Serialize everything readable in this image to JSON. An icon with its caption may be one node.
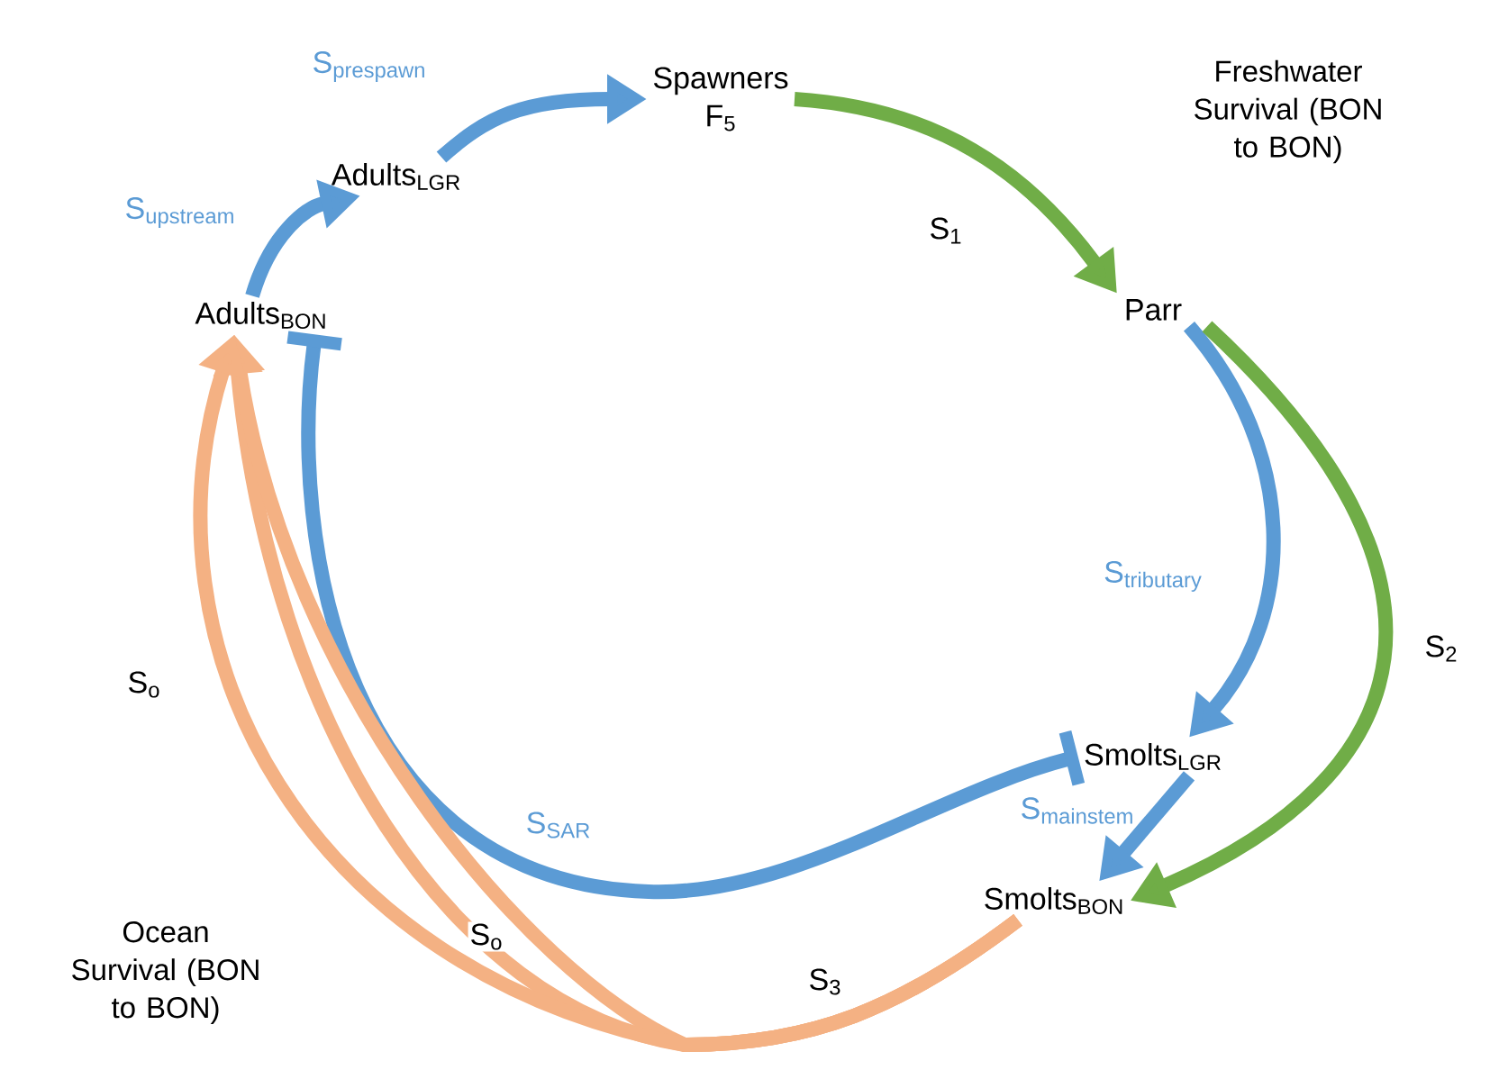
{
  "diagram": {
    "nodes": [
      {
        "text": [
          "\\text{Spawners}",
          "\\text{F}_{\\text{5}}"
        ]
      },
      {
        "text": [
          "\\text{Parr}"
        ]
      },
      {
        "text": [
          "\\text{Smolts}_{\\text{LGR}}"
        ]
      },
      {
        "text": [
          "\\text{Smolts}_{\\text{BON}}"
        ]
      },
      {
        "text": [
          "\\text{Adults}_{\\text{BON}}"
        ]
      },
      {
        "text": [
          "\\text{Adults}_{\\text{LGR}}"
        ]
      }
    ],
    "edges": [
      {
        "from": 4,
        "to": 5,
        "arrow": "to",
        "label": "\\text{S}_{\\text{upstream}}",
        "color": "#5b9bd5"
      },
      {
        "from": 5,
        "to": 0,
        "arrow": "to",
        "label": "\\text{S}_{\\text{prespawn}}",
        "color": "#5b9bd5"
      },
      {
        "from": 0,
        "to": 1,
        "arrow": "to",
        "label": "\\text{S}_{\\text{1}}",
        "color": "#70ad47"
      },
      {
        "from": 1,
        "to": 2,
        "arrow": "to",
        "label": "\\text{S}_{\\text{tributary}}",
        "color": "#5b9bd5"
      },
      {
        "from": 1,
        "to": 3,
        "arrow": "to",
        "label": "\\text{S}_{\\text{2}}",
        "color": "#70ad47"
      },
      {
        "from": 2,
        "to": 3,
        "arrow": "to",
        "label": "\\text{S}_{\\text{mainstem}}",
        "color": "#5b9bd5"
      },
      {
        "from": 4,
        "to": 2,
        "arrow": "other",
        "label": "\\text{S}_{\\text{SAR}}",
        "color": "#5b9bd5"
      },
      {
        "from": 3,
        "to": 4,
        "arrow": "to",
        "label": "\\text{S}_{\\text{3}}",
        "color": "#f4b183"
      },
      {
        "from": 3,
        "to": 4,
        "arrow": "to",
        "label": "\\text{S}_{\\text{o}}",
        "color": "#f4b183"
      },
      {
        "from": 3,
        "to": 4,
        "arrow": "to",
        "label": "\\text{S}_{\\text{o}}",
        "color": "#f4b183"
      }
    ],
    "labels": [
      "Freshwater Survival (BON to BON)",
      "Ocean Survival (BON to BON)"
    ]
  }
}
